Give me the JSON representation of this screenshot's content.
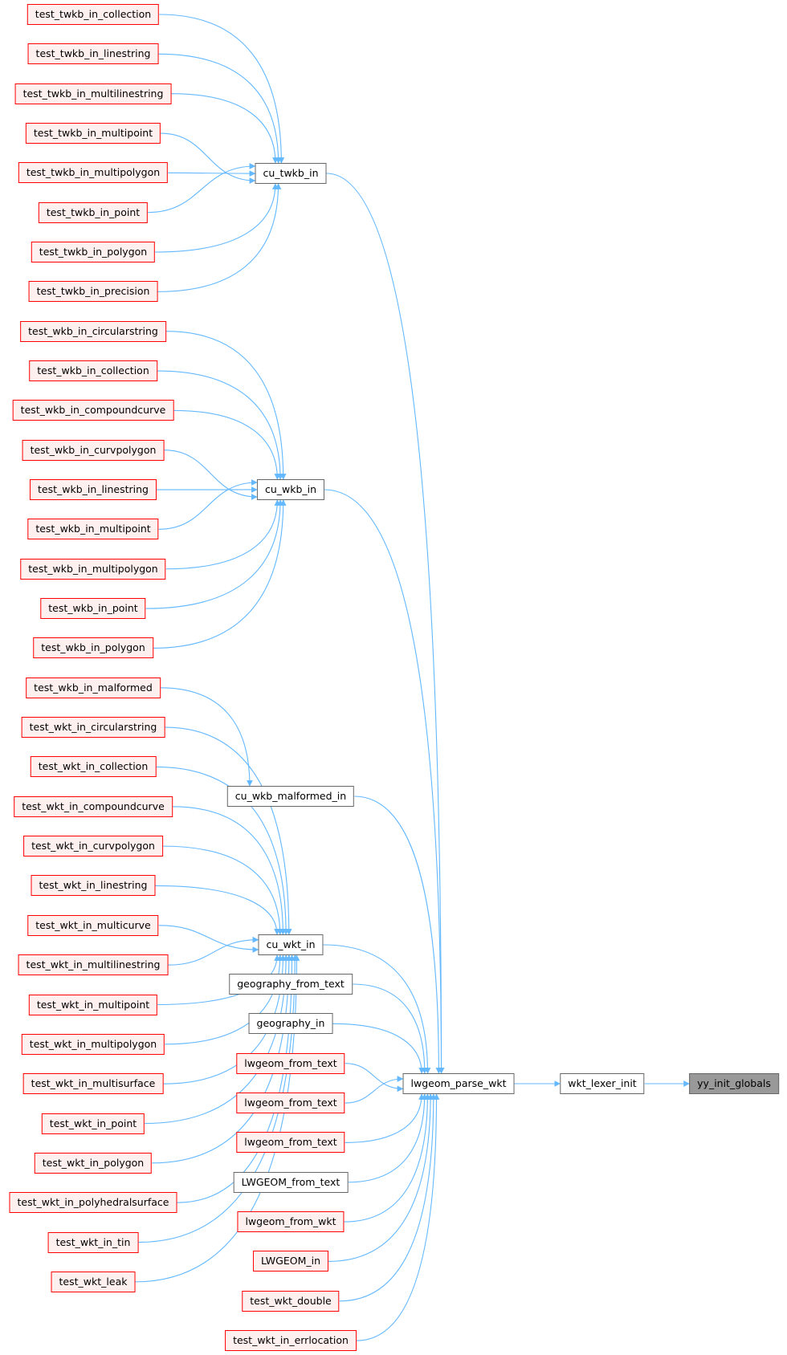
{
  "colors": {
    "edge": "#63b8ff",
    "red_border": "#ff0000",
    "red_fill": "#fff0f0",
    "plain_border": "#666666",
    "selected_fill": "#999999"
  },
  "graph": {
    "nodes": [
      {
        "id": "l0",
        "label": "test_twkb_in_collection",
        "style": "red"
      },
      {
        "id": "l1",
        "label": "test_twkb_in_linestring",
        "style": "red"
      },
      {
        "id": "l2",
        "label": "test_twkb_in_multilinestring",
        "style": "red"
      },
      {
        "id": "l3",
        "label": "test_twkb_in_multipoint",
        "style": "red"
      },
      {
        "id": "l4",
        "label": "test_twkb_in_multipolygon",
        "style": "red"
      },
      {
        "id": "l5",
        "label": "test_twkb_in_point",
        "style": "red"
      },
      {
        "id": "l6",
        "label": "test_twkb_in_polygon",
        "style": "red"
      },
      {
        "id": "l7",
        "label": "test_twkb_in_precision",
        "style": "red"
      },
      {
        "id": "l8",
        "label": "test_wkb_in_circularstring",
        "style": "red"
      },
      {
        "id": "l9",
        "label": "test_wkb_in_collection",
        "style": "red"
      },
      {
        "id": "l10",
        "label": "test_wkb_in_compoundcurve",
        "style": "red"
      },
      {
        "id": "l11",
        "label": "test_wkb_in_curvpolygon",
        "style": "red"
      },
      {
        "id": "l12",
        "label": "test_wkb_in_linestring",
        "style": "red"
      },
      {
        "id": "l13",
        "label": "test_wkb_in_multipoint",
        "style": "red"
      },
      {
        "id": "l14",
        "label": "test_wkb_in_multipolygon",
        "style": "red"
      },
      {
        "id": "l15",
        "label": "test_wkb_in_point",
        "style": "red"
      },
      {
        "id": "l16",
        "label": "test_wkb_in_polygon",
        "style": "red"
      },
      {
        "id": "l17",
        "label": "test_wkb_in_malformed",
        "style": "red"
      },
      {
        "id": "l18",
        "label": "test_wkt_in_circularstring",
        "style": "red"
      },
      {
        "id": "l19",
        "label": "test_wkt_in_collection",
        "style": "red"
      },
      {
        "id": "l20",
        "label": "test_wkt_in_compoundcurve",
        "style": "red"
      },
      {
        "id": "l21",
        "label": "test_wkt_in_curvpolygon",
        "style": "red"
      },
      {
        "id": "l22",
        "label": "test_wkt_in_linestring",
        "style": "red"
      },
      {
        "id": "l23",
        "label": "test_wkt_in_multicurve",
        "style": "red"
      },
      {
        "id": "l24",
        "label": "test_wkt_in_multilinestring",
        "style": "red"
      },
      {
        "id": "l25",
        "label": "test_wkt_in_multipoint",
        "style": "red"
      },
      {
        "id": "l26",
        "label": "test_wkt_in_multipolygon",
        "style": "red"
      },
      {
        "id": "l27",
        "label": "test_wkt_in_multisurface",
        "style": "red"
      },
      {
        "id": "l28",
        "label": "test_wkt_in_point",
        "style": "red"
      },
      {
        "id": "l29",
        "label": "test_wkt_in_polygon",
        "style": "red"
      },
      {
        "id": "l30",
        "label": "test_wkt_in_polyhedralsurface",
        "style": "red"
      },
      {
        "id": "l31",
        "label": "test_wkt_in_tin",
        "style": "red"
      },
      {
        "id": "l32",
        "label": "test_wkt_leak",
        "style": "red"
      },
      {
        "id": "m0",
        "label": "cu_twkb_in",
        "style": "plain"
      },
      {
        "id": "m1",
        "label": "cu_wkb_in",
        "style": "plain"
      },
      {
        "id": "m2",
        "label": "cu_wkb_malformed_in",
        "style": "plain"
      },
      {
        "id": "m3",
        "label": "cu_wkt_in",
        "style": "plain"
      },
      {
        "id": "m4",
        "label": "geography_from_text",
        "style": "plain"
      },
      {
        "id": "m5",
        "label": "geography_in",
        "style": "plain"
      },
      {
        "id": "m6",
        "label": "lwgeom_from_text",
        "style": "red"
      },
      {
        "id": "m7",
        "label": "lwgeom_from_text",
        "style": "red"
      },
      {
        "id": "m8",
        "label": "lwgeom_from_text",
        "style": "red"
      },
      {
        "id": "m9",
        "label": "LWGEOM_from_text",
        "style": "plain"
      },
      {
        "id": "m10",
        "label": "lwgeom_from_wkt",
        "style": "red"
      },
      {
        "id": "m11",
        "label": "LWGEOM_in",
        "style": "red"
      },
      {
        "id": "m12",
        "label": "test_wkt_double",
        "style": "red"
      },
      {
        "id": "m13",
        "label": "test_wkt_in_errlocation",
        "style": "red"
      },
      {
        "id": "p",
        "label": "lwgeom_parse_wkt",
        "style": "plain"
      },
      {
        "id": "w",
        "label": "wkt_lexer_init",
        "style": "plain"
      },
      {
        "id": "y",
        "label": "yy_init_globals",
        "style": "selected"
      }
    ],
    "edges": [
      [
        "l0",
        "m0"
      ],
      [
        "l1",
        "m0"
      ],
      [
        "l2",
        "m0"
      ],
      [
        "l3",
        "m0"
      ],
      [
        "l4",
        "m0"
      ],
      [
        "l5",
        "m0"
      ],
      [
        "l6",
        "m0"
      ],
      [
        "l7",
        "m0"
      ],
      [
        "l8",
        "m1"
      ],
      [
        "l9",
        "m1"
      ],
      [
        "l10",
        "m1"
      ],
      [
        "l11",
        "m1"
      ],
      [
        "l12",
        "m1"
      ],
      [
        "l13",
        "m1"
      ],
      [
        "l14",
        "m1"
      ],
      [
        "l15",
        "m1"
      ],
      [
        "l16",
        "m1"
      ],
      [
        "l17",
        "m2"
      ],
      [
        "l18",
        "m3"
      ],
      [
        "l19",
        "m3"
      ],
      [
        "l20",
        "m3"
      ],
      [
        "l21",
        "m3"
      ],
      [
        "l22",
        "m3"
      ],
      [
        "l23",
        "m3"
      ],
      [
        "l24",
        "m3"
      ],
      [
        "l25",
        "m3"
      ],
      [
        "l26",
        "m3"
      ],
      [
        "l27",
        "m3"
      ],
      [
        "l28",
        "m3"
      ],
      [
        "l29",
        "m3"
      ],
      [
        "l30",
        "m3"
      ],
      [
        "l31",
        "m3"
      ],
      [
        "l32",
        "m3"
      ],
      [
        "m0",
        "p"
      ],
      [
        "m1",
        "p"
      ],
      [
        "m2",
        "p"
      ],
      [
        "m3",
        "p"
      ],
      [
        "m4",
        "p"
      ],
      [
        "m5",
        "p"
      ],
      [
        "m6",
        "p"
      ],
      [
        "m7",
        "p"
      ],
      [
        "m8",
        "p"
      ],
      [
        "m9",
        "p"
      ],
      [
        "m10",
        "p"
      ],
      [
        "m11",
        "p"
      ],
      [
        "m12",
        "p"
      ],
      [
        "m13",
        "p"
      ],
      [
        "p",
        "w"
      ],
      [
        "w",
        "y"
      ]
    ]
  }
}
